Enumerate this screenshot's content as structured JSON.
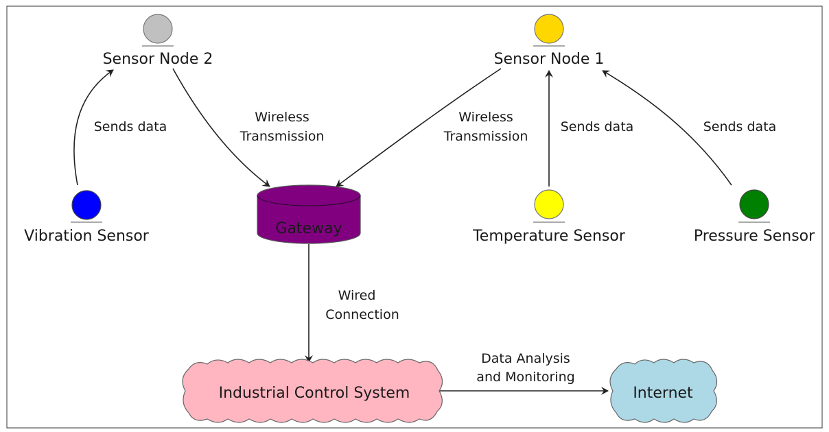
{
  "nodes": {
    "sensor_node_2": {
      "label": "Sensor Node 2",
      "color": "#C0C0C0"
    },
    "sensor_node_1": {
      "label": "Sensor Node 1",
      "color": "#FFD700"
    },
    "vibration_sensor": {
      "label": "Vibration Sensor",
      "color": "#0000FF"
    },
    "temperature_sensor": {
      "label": "Temperature Sensor",
      "color": "#FFFF00"
    },
    "pressure_sensor": {
      "label": "Pressure Sensor",
      "color": "#008000"
    },
    "gateway": {
      "label": "Gateway",
      "color": "#800080"
    },
    "industrial_control_system": {
      "label": "Industrial Control System",
      "color": "#FFB6C1"
    },
    "internet": {
      "label": "Internet",
      "color": "#ADD8E6"
    }
  },
  "edges": {
    "vibration_to_node2": {
      "label": "Sends data"
    },
    "node2_to_gateway": {
      "line1": "Wireless",
      "line2": "Transmission"
    },
    "node1_to_gateway": {
      "line1": "Wireless",
      "line2": "Transmission"
    },
    "temperature_to_node1": {
      "label": "Sends data"
    },
    "pressure_to_node1": {
      "label": "Sends data"
    },
    "gateway_to_ics": {
      "line1": "Wired",
      "line2": "Connection"
    },
    "ics_to_internet": {
      "line1": "Data Analysis",
      "line2": "and Monitoring"
    }
  }
}
